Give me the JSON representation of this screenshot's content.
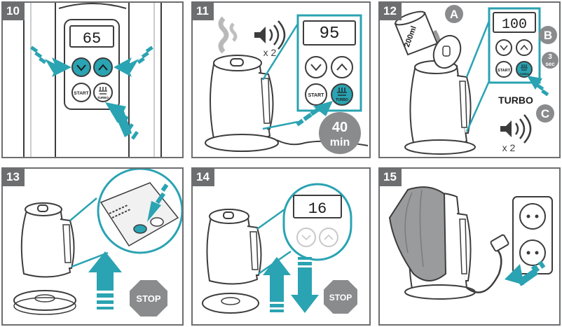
{
  "panels": [
    {
      "step": "10",
      "display": "65"
    },
    {
      "step": "11",
      "display": "95",
      "beep_count": "x 2",
      "duration": "40",
      "duration_unit": "min"
    },
    {
      "step": "12",
      "display": "100",
      "label_a": "A",
      "label_b": "B",
      "label_c": "C",
      "hold": "3",
      "hold_unit": "sec",
      "turbo": "TURBO",
      "beep_count": "x 2",
      "volume": "200ml"
    },
    {
      "step": "13",
      "stop": "STOP"
    },
    {
      "step": "14",
      "display": "16",
      "stop": "STOP"
    },
    {
      "step": "15"
    }
  ],
  "buttons": {
    "start": "START",
    "turbo": "TURBO"
  },
  "colors": {
    "teal": "#2aa3b2",
    "border": "#6d6e70",
    "stroke": "#3c3c3c",
    "badge": "#8a8b8d"
  }
}
